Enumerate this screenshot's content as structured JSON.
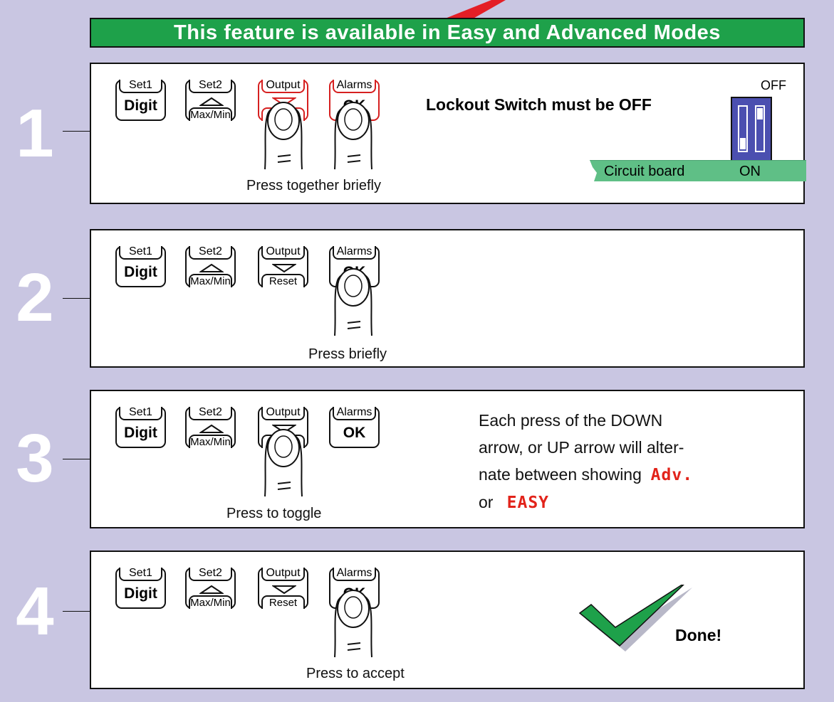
{
  "banner": {
    "text": "This feature is available in Easy and Advanced Modes"
  },
  "keys": {
    "set1": {
      "top": "Set1",
      "main": "Digit"
    },
    "set2": {
      "top": "Set2",
      "bottom": "Max/Min"
    },
    "output": {
      "top": "Output",
      "bottom": "Reset"
    },
    "alarms": {
      "top": "Alarms",
      "main": "OK"
    }
  },
  "steps": [
    {
      "number": "1",
      "caption": "Press together briefly"
    },
    {
      "number": "2",
      "caption": "Press briefly"
    },
    {
      "number": "3",
      "caption": "Press to toggle"
    },
    {
      "number": "4",
      "caption": "Press to accept"
    }
  ],
  "lockout": {
    "title": "Lockout Switch must be OFF",
    "off_label": "OFF",
    "on_label": "ON",
    "board_label": "Circuit board"
  },
  "toggle_text": {
    "line1": "Each press of the DOWN",
    "line2": "arrow, or UP arrow will alter-",
    "line3": "nate between showing",
    "line4_prefix": "or",
    "display_adv": "Adv.",
    "display_easy": "EASY"
  },
  "done": {
    "label": "Done!"
  },
  "colors": {
    "background": "#c9c6e2",
    "banner": "#1ea14a",
    "highlight": "#d62020",
    "switch": "#4b4fb0",
    "board": "#5fbf86",
    "check": "#1ea14a"
  }
}
